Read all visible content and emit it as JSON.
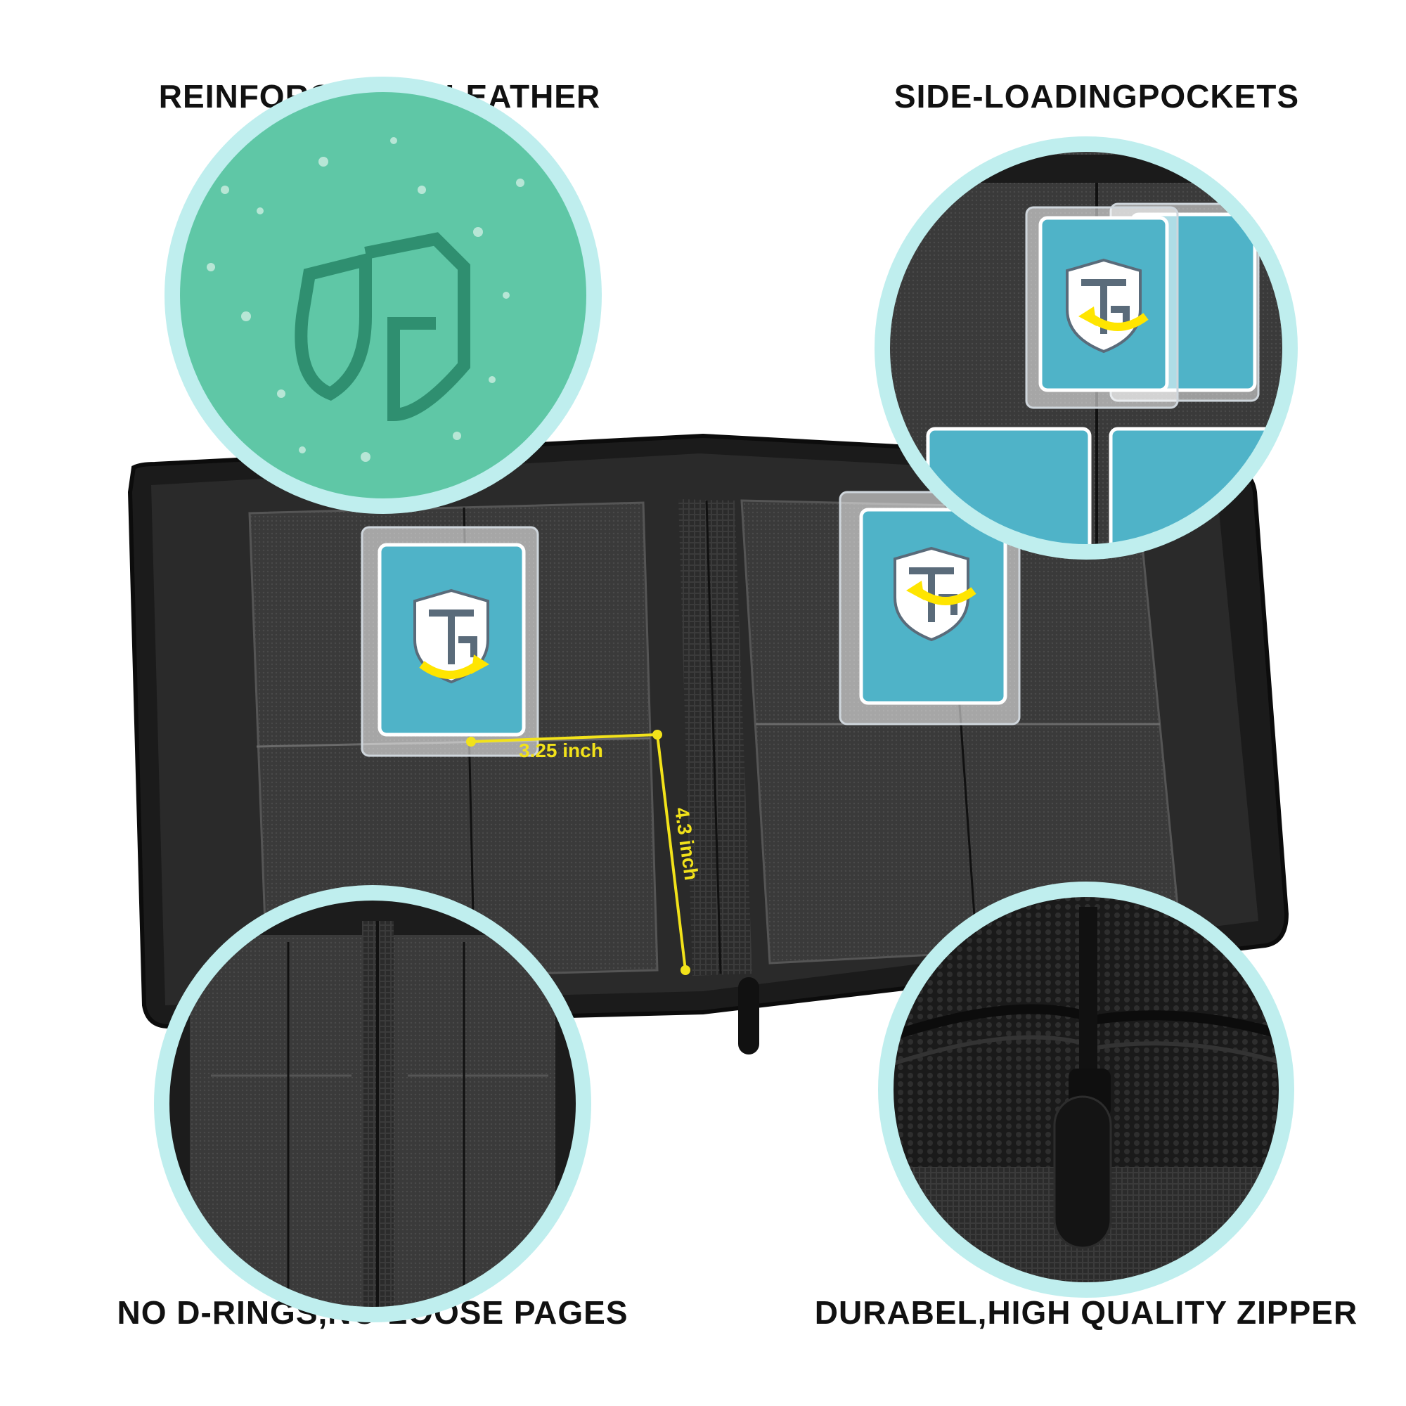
{
  "features": {
    "top_left": "REINFORCED PU LEATHER",
    "top_right": "SIDE-LOADINGPOCKETS",
    "bottom_left": "NO D-RINGS,NO LOOSE PAGES",
    "bottom_right": "DURABEL,HIGH QUALITY ZIPPER"
  },
  "dimensions": {
    "width_label": "3.25 inch",
    "height_label": "4.3 inch"
  },
  "colors": {
    "accent_ring": "#bfeeee",
    "leather_green": "#5fc7a6",
    "dimension_yellow": "#f2e21a",
    "card_blue": "#4fb3c8"
  },
  "icons": [
    "tg-shield-logo-icon",
    "curved-arrow-icon"
  ]
}
